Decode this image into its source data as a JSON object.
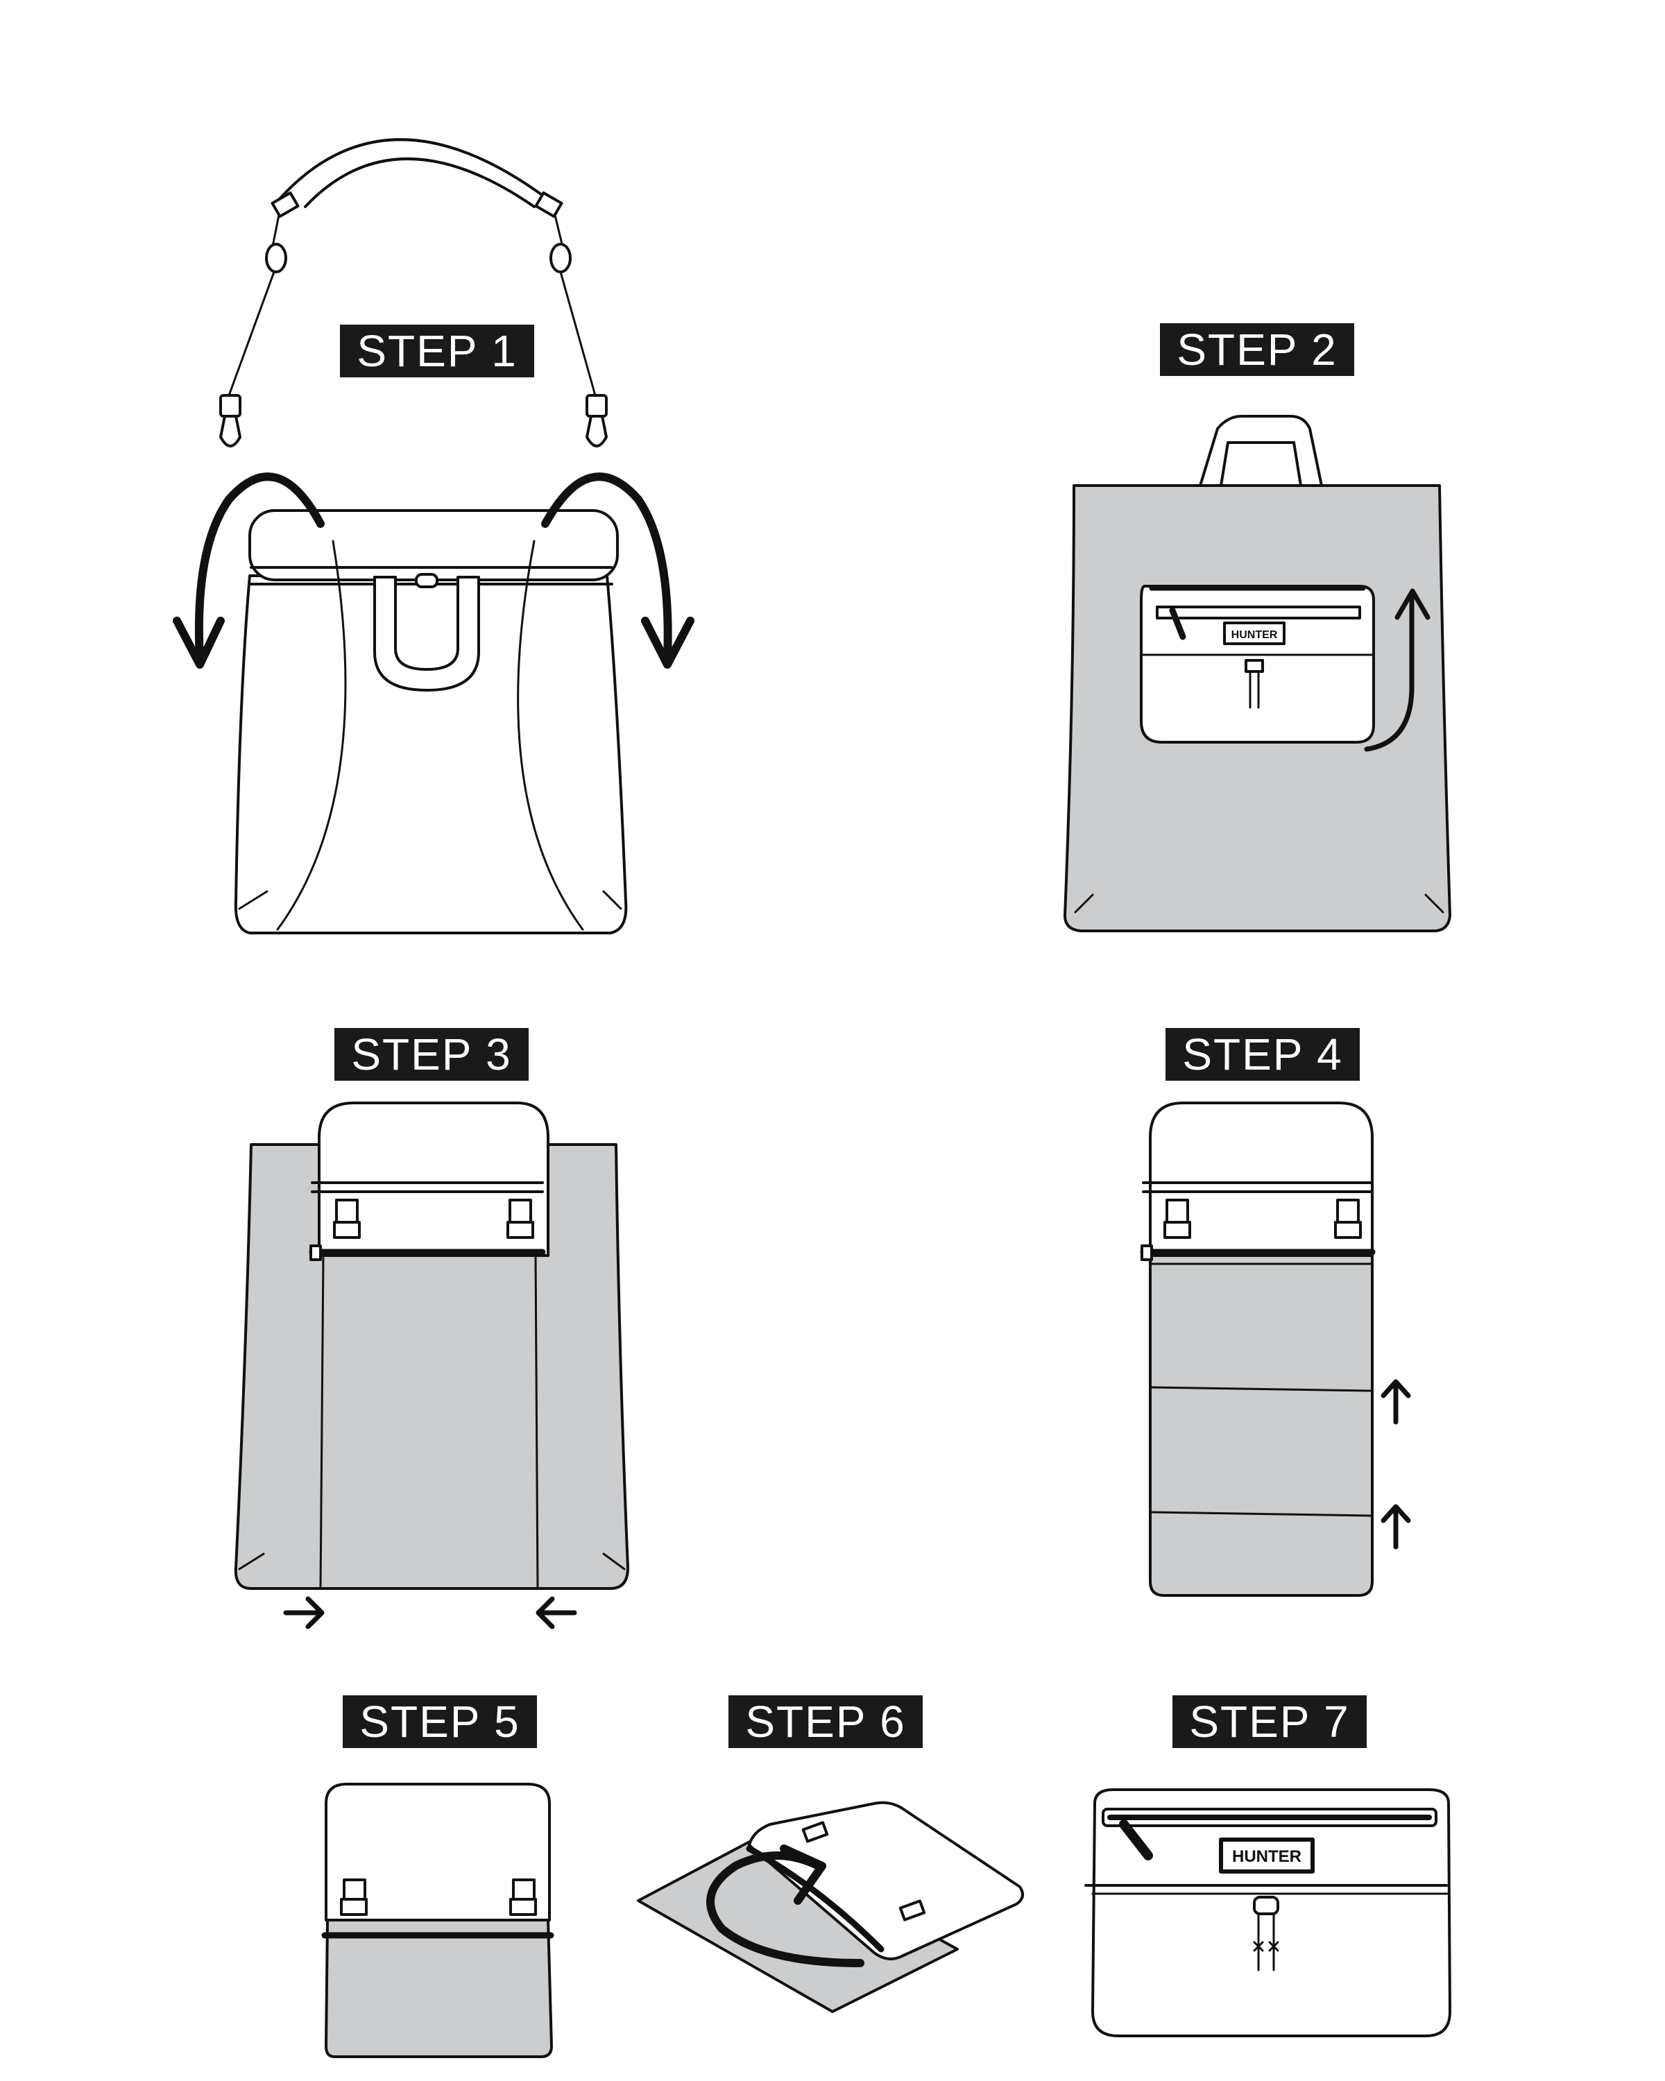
{
  "steps": [
    {
      "label": "STEP 1"
    },
    {
      "label": "STEP 2"
    },
    {
      "label": "STEP 3"
    },
    {
      "label": "STEP 4"
    },
    {
      "label": "STEP 5"
    },
    {
      "label": "STEP 6"
    },
    {
      "label": "STEP 7"
    }
  ],
  "brand": {
    "logo_text": "HUNTER"
  },
  "colors": {
    "label_bg": "#1a1a1a",
    "label_text": "#ffffff",
    "fabric_gray": "#cbcdce",
    "outline": "#111111"
  },
  "icons": [
    "strap-icon",
    "fold-arrow-icon",
    "tote-bag-icon",
    "backpack-icon",
    "pouch-icon"
  ]
}
